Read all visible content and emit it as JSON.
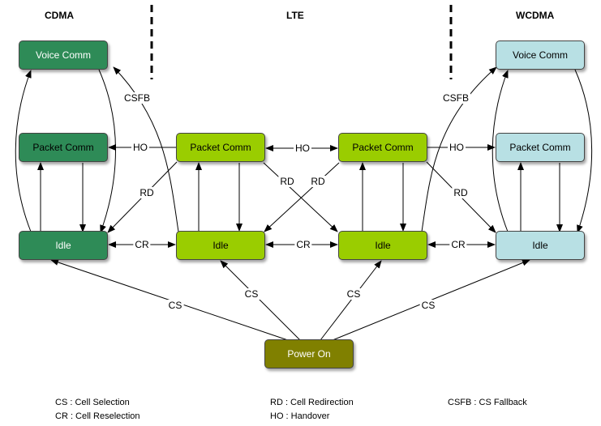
{
  "columns": {
    "cdma": "CDMA",
    "lte": "LTE",
    "wcdma": "WCDMA"
  },
  "states": {
    "cdma_voice": "Voice Comm",
    "cdma_packet": "Packet Comm",
    "cdma_idle": "Idle",
    "lte1_packet": "Packet Comm",
    "lte1_idle": "Idle",
    "lte2_packet": "Packet Comm",
    "lte2_idle": "Idle",
    "wcdma_voice": "Voice Comm",
    "wcdma_packet": "Packet Comm",
    "wcdma_idle": "Idle",
    "power_on": "Power On"
  },
  "edge_labels": {
    "csfb_left": "CSFB",
    "csfb_right": "CSFB",
    "ho_left": "HO",
    "ho_mid": "HO",
    "ho_right": "HO",
    "rd_left": "RD",
    "rd_mid1": "RD",
    "rd_mid2": "RD",
    "rd_right": "RD",
    "cr_left": "CR",
    "cr_mid": "CR",
    "cr_right": "CR",
    "cs_1": "CS",
    "cs_2": "CS",
    "cs_3": "CS",
    "cs_4": "CS"
  },
  "legend": {
    "cs": "CS : Cell Selection",
    "cr": "CR : Cell Reselection",
    "rd": "RD : Cell Redirection",
    "ho": "HO : Handover",
    "csfb": "CSFB : CS Fallback"
  },
  "colors": {
    "cdma": "#2e8b57",
    "lte": "#9acd00",
    "wcdma": "#b8e0e4",
    "power_on": "#808000"
  }
}
